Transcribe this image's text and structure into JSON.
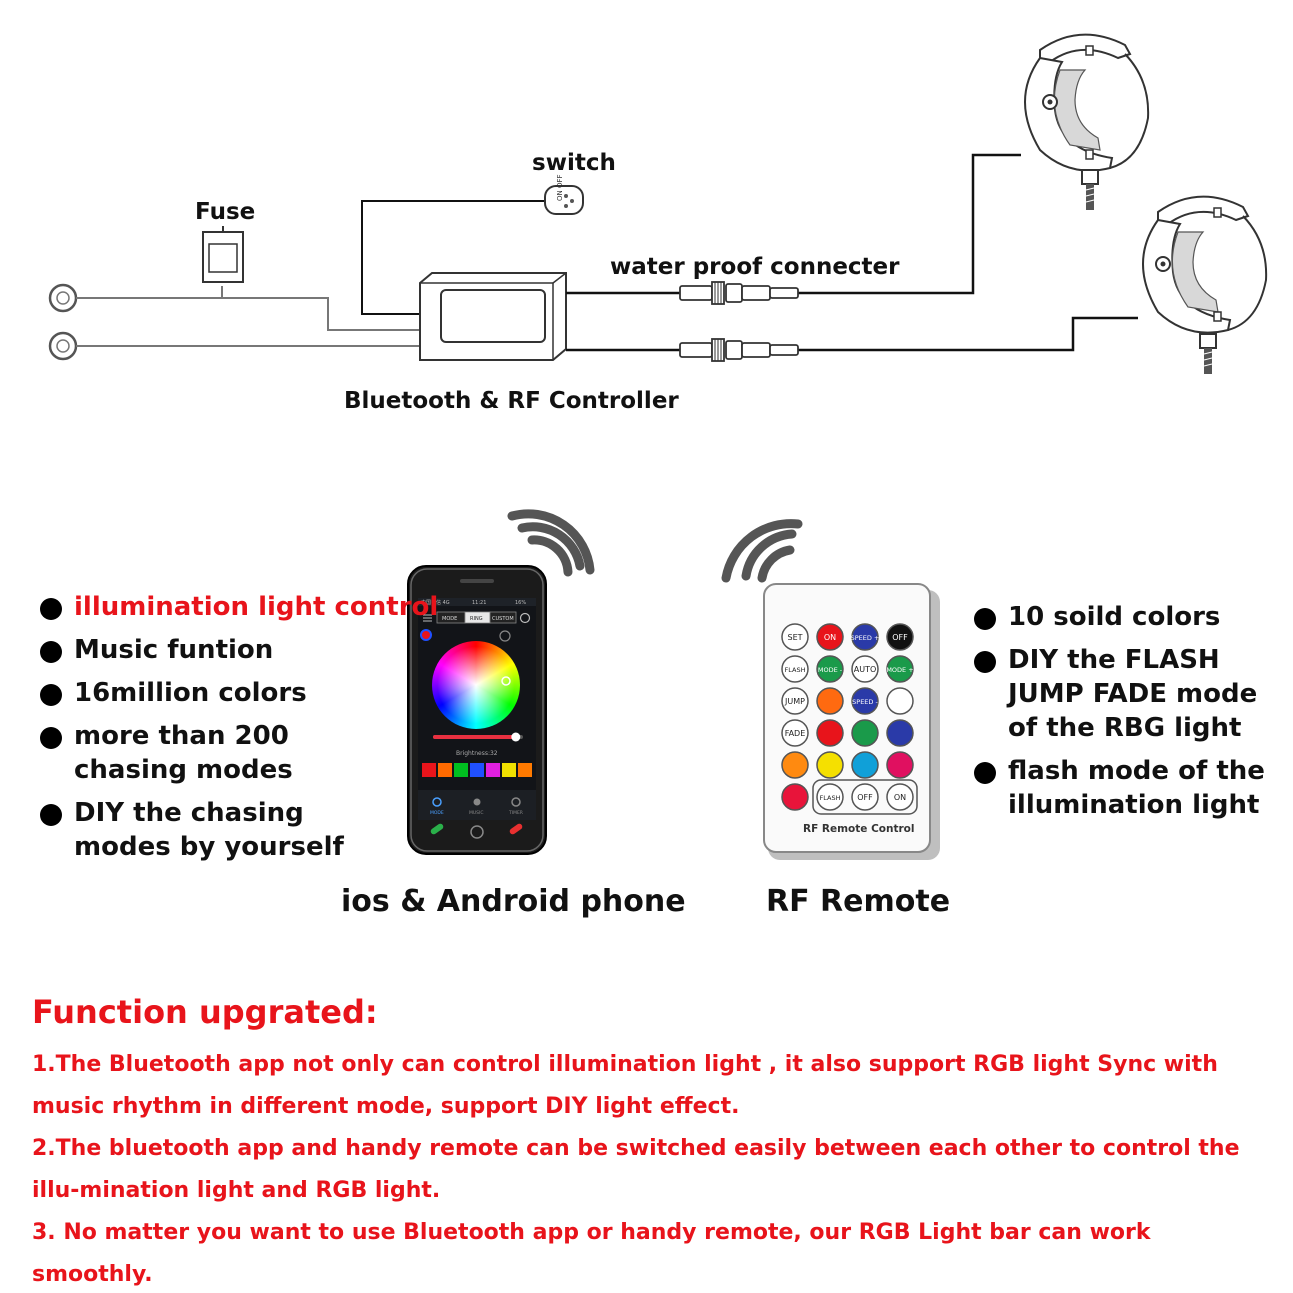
{
  "labels": {
    "fuse": "Fuse",
    "switch": "switch",
    "water_proof": "water proof connecter",
    "controller": "Bluetooth & RF Controller",
    "switch_face": "ON OFF"
  },
  "phone": {
    "label": "ios & Android phone",
    "tabs": [
      "MODE",
      "RING",
      "CUSTOM"
    ],
    "brightness": "Brightness:32",
    "brightness_level": 0.92,
    "nav": [
      "MODE",
      "MUSIC",
      "TIMER"
    ],
    "swatches": [
      "#e8141b",
      "#ff6a00",
      "#00c020",
      "#2050ff",
      "#e020e0",
      "#f0e000",
      "#ff7a00"
    ],
    "status_time": "11:21",
    "status_carrier": "中国电信 4G",
    "status_battery": "16%"
  },
  "remote": {
    "label": "RF Remote",
    "brand": "RF  Remote Control",
    "buttons": [
      [
        "SET",
        "ON",
        "SPEED +",
        "OFF"
      ],
      [
        "FLASH",
        "MODE -",
        "AUTO",
        "MODE +"
      ],
      [
        "JUMP",
        "",
        "SPEED -",
        ""
      ],
      [
        "FADE",
        "",
        "",
        ""
      ],
      [
        "",
        "",
        "",
        ""
      ],
      [
        "",
        "FLASH",
        "OFF",
        "ON"
      ]
    ],
    "button_colors": [
      [
        "#ffffff",
        "#e8141b",
        "#2a3aa8",
        "#111111"
      ],
      [
        "#ffffff",
        "#1a9a4a",
        "#ffffff",
        "#1a9a4a"
      ],
      [
        "#ffffff",
        "#ff6a10",
        "#2a3aa8",
        "#ffffff"
      ],
      [
        "#ffffff",
        "#e8141b",
        "#1a9a4a",
        "#2a3aa8"
      ],
      [
        "#ff8a10",
        "#f5e000",
        "#10a0d8",
        "#e01060"
      ],
      [
        "#e8143a",
        "#ffffff",
        "#ffffff",
        "#ffffff"
      ]
    ]
  },
  "features_left": [
    "illumination light control",
    "Music funtion",
    "16million colors",
    "more than 200\nchasing modes",
    "DIY the chasing\nmodes by yourself"
  ],
  "features_right": [
    "10 soild colors",
    "DIY the FLASH\nJUMP FADE mode\nof the RBG light",
    "flash mode of the\nillumination light"
  ],
  "function": {
    "title": "Function upgrated:",
    "p1": "1.The Bluetooth app not only can control illumination light , it also support RGB light  Sync with music rhythm in different mode, support DIY light effect.",
    "p2": " 2.The bluetooth app and handy remote  can be switched easily between each other to control the illu-mination light and RGB light.",
    "p3": "3. No matter you want to use Bluetooth app or handy remote, our RGB Light bar can work smoothly."
  },
  "colors": {
    "red": "#e8141b",
    "black": "#111111"
  }
}
